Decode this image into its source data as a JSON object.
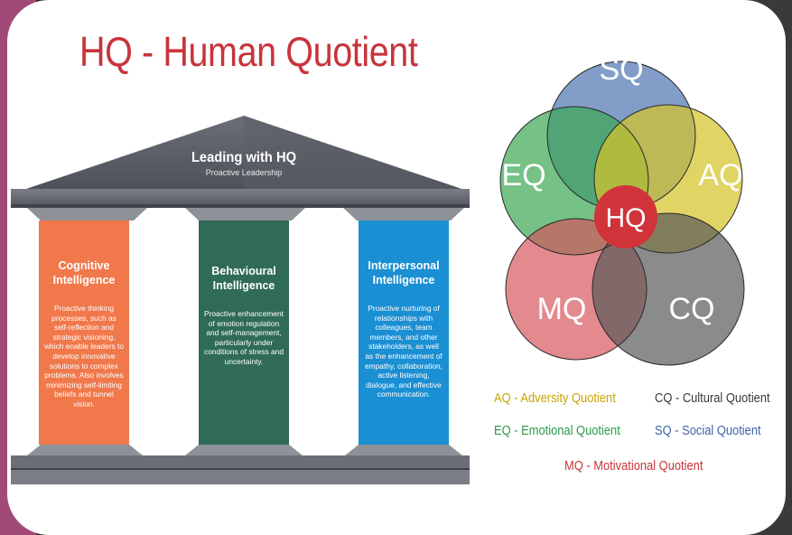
{
  "title": "HQ - Human Quotient",
  "temple": {
    "roof_title": "Leading with HQ",
    "roof_subtitle": "Proactive Leadership",
    "pillars": [
      {
        "heading": "Cognitive Intelligence",
        "body": "Proactive thinking processes, such as self-reflection and strategic visioning, which enable leaders to develop innovative solutions to complex problems. Also involves minimizing self-limiting beliefs and tunnel vision.",
        "color": "#f0784b"
      },
      {
        "heading": "Behavioural Intelligence",
        "body": "Proactive enhancement of emotion regulation and self-management, particularly under conditions of stress and uncertainty.",
        "color": "#2f6b58"
      },
      {
        "heading": "Interpersonal Intelligence",
        "body": "Proactive nurturing of relationships with colleagues, team members, and other stakeholders, as well as the enhancement of empathy, collaboration, active listening, dialogue, and effective communication.",
        "color": "#1a8fd3"
      }
    ]
  },
  "venn": {
    "center": "HQ",
    "circles": [
      {
        "label": "SQ",
        "color": "#5f82b8"
      },
      {
        "label": "EQ",
        "color": "#3aa652"
      },
      {
        "label": "AQ",
        "color": "#d4c32a"
      },
      {
        "label": "MQ",
        "color": "#d6525a"
      },
      {
        "label": "CQ",
        "color": "#5a5a5a"
      }
    ],
    "center_color": "#d0333a"
  },
  "legend": {
    "aq": "AQ  - Adversity Quotient",
    "cq": "CQ  - Cultural Quotient",
    "eq": "EQ  - Emotional Quotient",
    "sq": "SQ  - Social Quotient",
    "mq": "MQ  - Motivational Quotient",
    "colors": {
      "aq": "#c9a400",
      "cq": "#3a3a3a",
      "eq": "#2a9a4a",
      "sq": "#3e64a8",
      "mq": "#c8343c"
    }
  }
}
